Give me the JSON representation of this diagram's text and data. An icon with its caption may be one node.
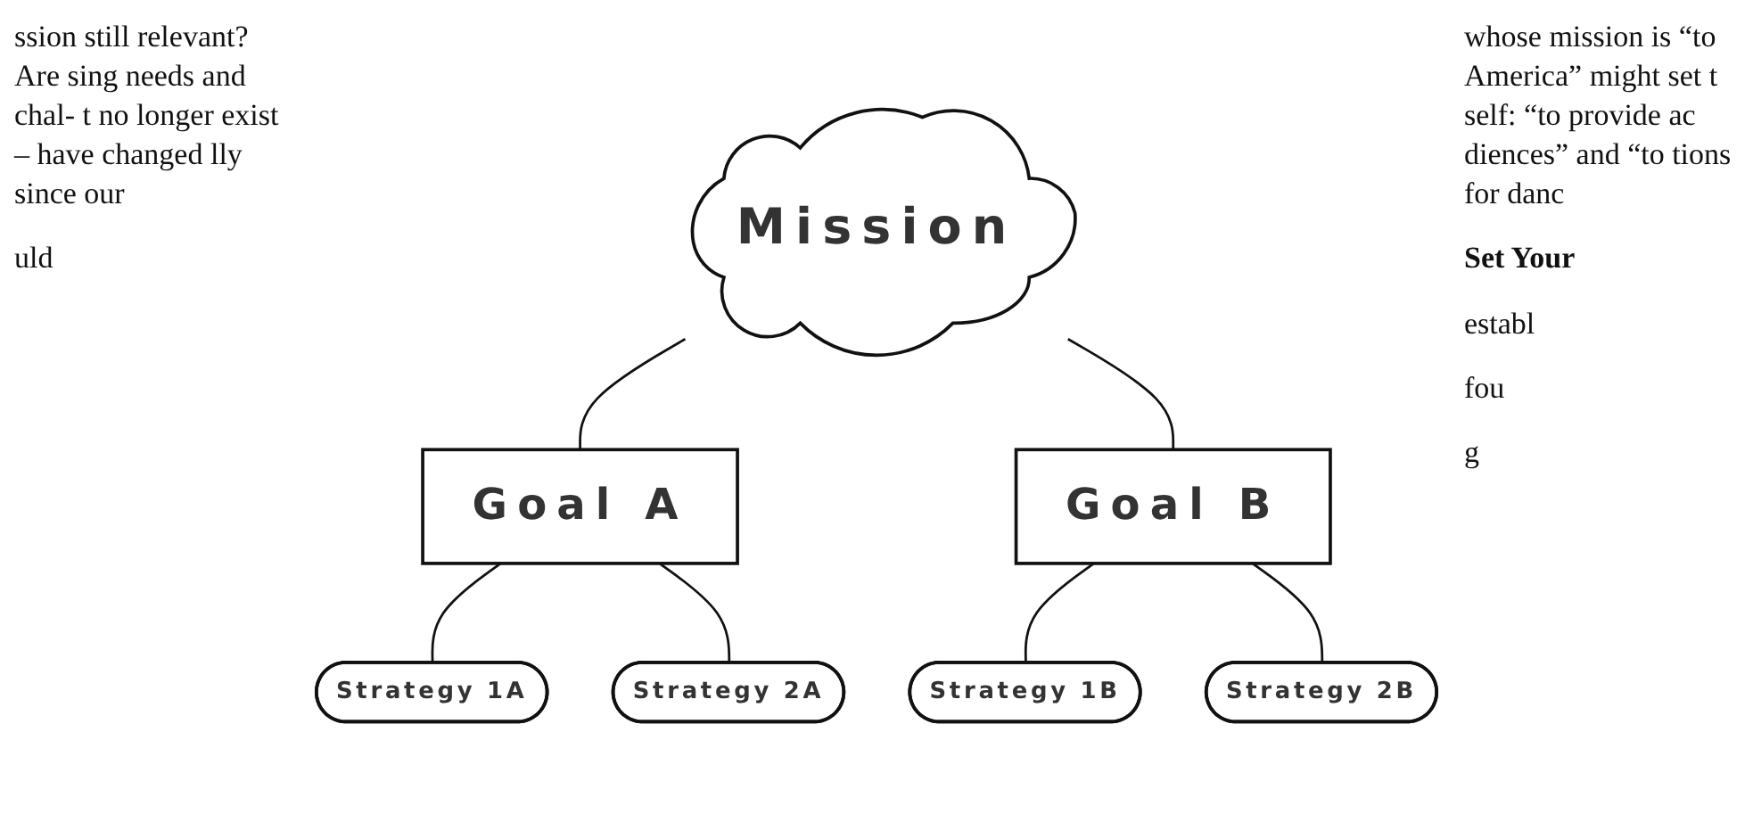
{
  "diagram": {
    "nodes": [
      {
        "text": [
          "Mission"
        ]
      },
      {
        "text": [
          "Goal A"
        ]
      },
      {
        "text": [
          "Goal B"
        ]
      },
      {
        "text": [
          "Strategy 1A"
        ]
      },
      {
        "text": [
          "Strategy 2A"
        ]
      },
      {
        "text": [
          "Strategy 1B"
        ]
      },
      {
        "text": [
          "Strategy 2B"
        ]
      }
    ],
    "edges": [
      {
        "from": 0,
        "to": 1,
        "arrow": "none"
      },
      {
        "from": 0,
        "to": 2,
        "arrow": "none"
      },
      {
        "from": 1,
        "to": 3,
        "arrow": "none"
      },
      {
        "from": 1,
        "to": 4,
        "arrow": "none"
      },
      {
        "from": 2,
        "to": 5,
        "arrow": "none"
      },
      {
        "from": 2,
        "to": 6,
        "arrow": "none"
      }
    ],
    "labels": [
      "ssion still relevant? Are sing needs and chal- t no longer exist – have changed lly since our",
      "uld",
      "whose mission is “to America” might set t self: “to provide ac diences” and “to tions for danc",
      "Set Your",
      "establ",
      "fou",
      "g"
    ]
  }
}
